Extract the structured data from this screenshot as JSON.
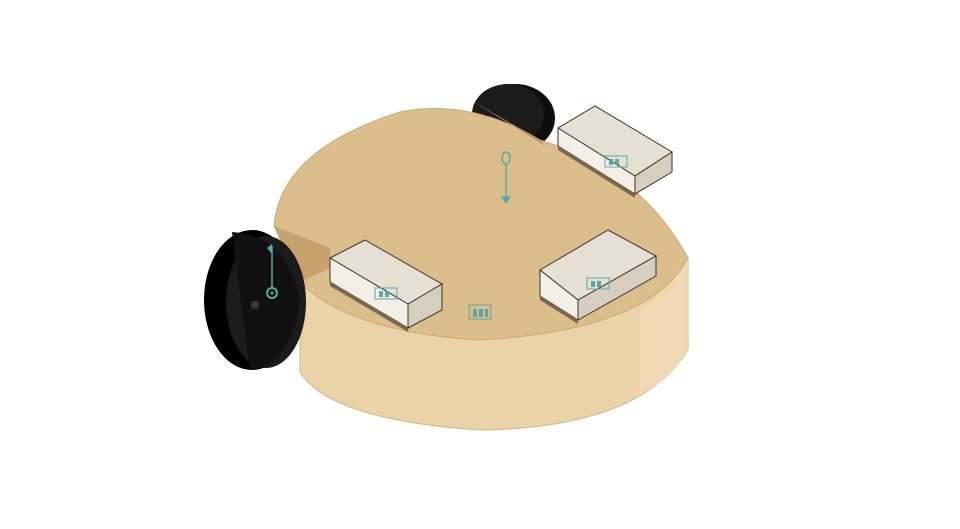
{
  "viewport": {
    "background": "#ffffff"
  },
  "model": {
    "body_colors": {
      "top": "#dcbd8c",
      "side": "#ebd3a8",
      "side_light": "#f0dcb5",
      "notch": "#b89669",
      "outline": "#6b5a3e"
    },
    "wheel_colors": {
      "face": "#1b1b1b",
      "rim": "#000000",
      "hub": "#3a3a3a"
    },
    "sensor_colors": {
      "top": "#e6e0d4",
      "front": "#f3efe6",
      "side": "#d6cfc1",
      "base": "#7a6a50"
    },
    "marker_color": "#5aa7a7",
    "components": [
      "chassis",
      "left-wheel",
      "rear-wheel",
      "sensor-left",
      "sensor-right",
      "sensor-back"
    ]
  }
}
